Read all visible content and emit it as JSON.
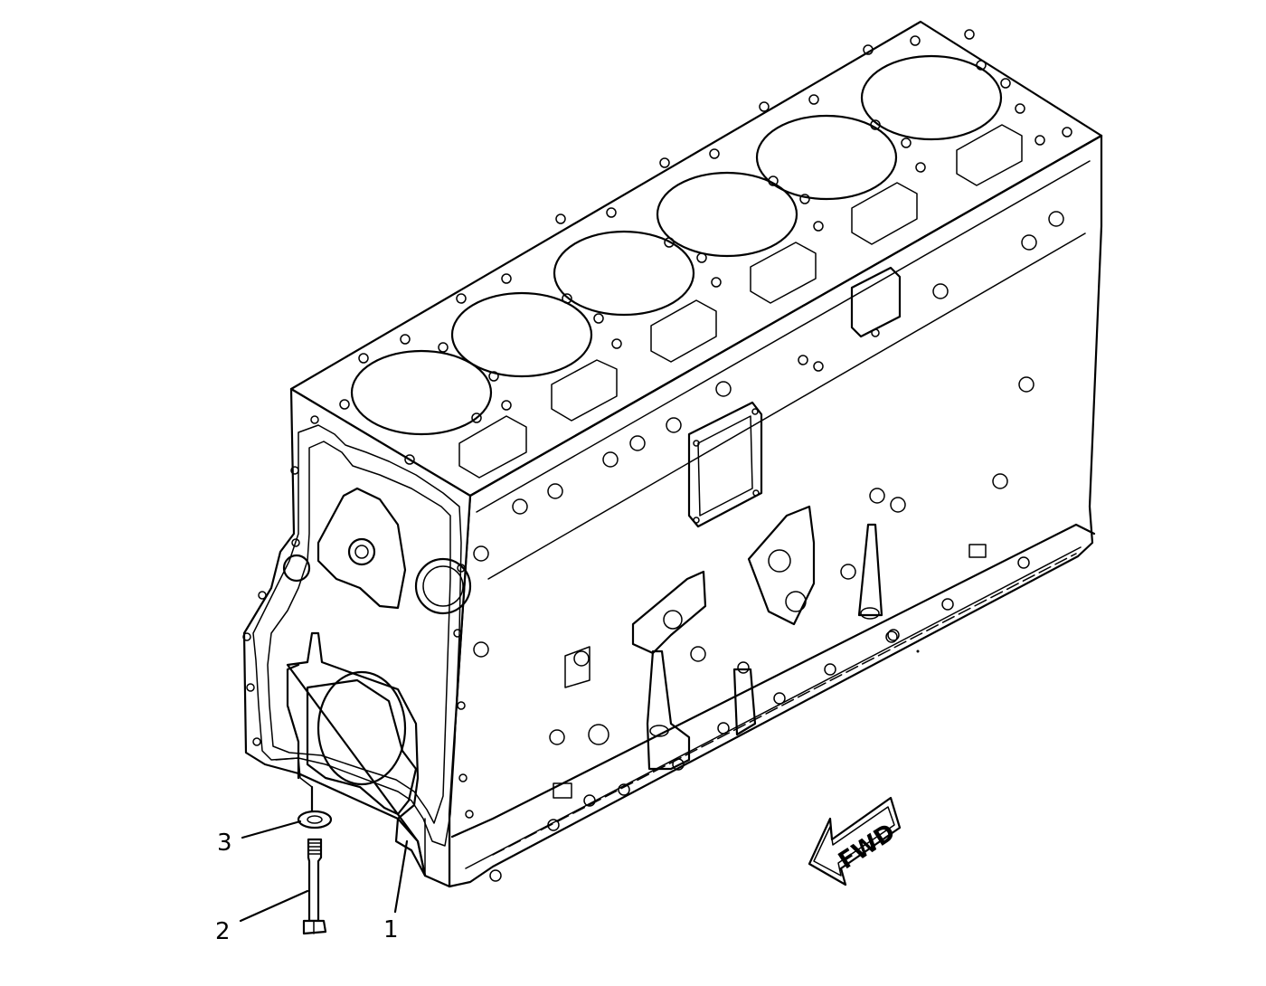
{
  "callouts": [
    {
      "number": "1",
      "part": "cylinder-block"
    },
    {
      "number": "2",
      "part": "bolt"
    },
    {
      "number": "3",
      "part": "washer"
    }
  ],
  "direction_arrow": {
    "label": "FWD"
  },
  "cylinders": 6,
  "colors": {
    "line": "#000000",
    "background": "#ffffff"
  }
}
